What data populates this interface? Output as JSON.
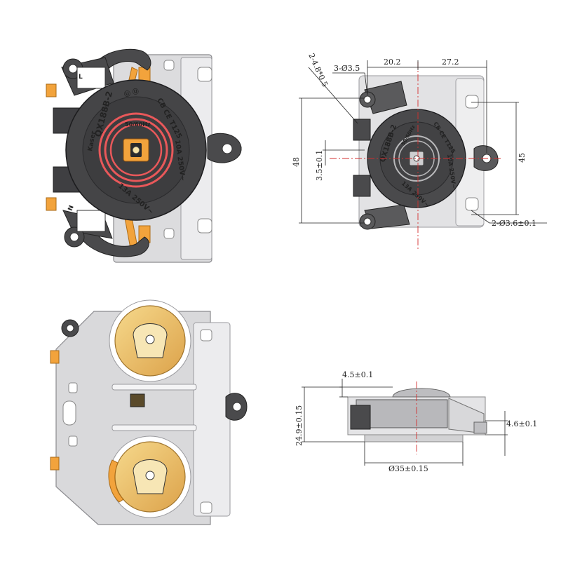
{
  "labels": {
    "brand": "Kaser",
    "model": "QX188B-2",
    "cert": "CB CE T125",
    "rating_a": "10A 250V~",
    "freq": "50/60Hz",
    "rating_b": "13A 250V~",
    "marks": "Ⓤ Ⓤ",
    "terminal_l": "L",
    "terminal_n": "N"
  },
  "dimensions": {
    "slot": "2-4.8*0.5",
    "hole_top": "3-Ø3.5",
    "width_left": "20.2",
    "width_right": "27.2",
    "height_left": "48",
    "offset_left": "3.5±0.1",
    "height_right": "45",
    "hole_bottom": "2-Ø3.6±0.1",
    "side_top": "4.5±0.1",
    "side_height": "24.9±0.15",
    "side_right": "4.6±0.1",
    "side_diameter": "Ø35±0.15"
  },
  "colors": {
    "housing": "#454547",
    "plate": "#d9d9db",
    "copper": "#f2a33c",
    "coil": "#e9585a",
    "disc": "#e8bd63",
    "centerline": "#d32f2f"
  }
}
